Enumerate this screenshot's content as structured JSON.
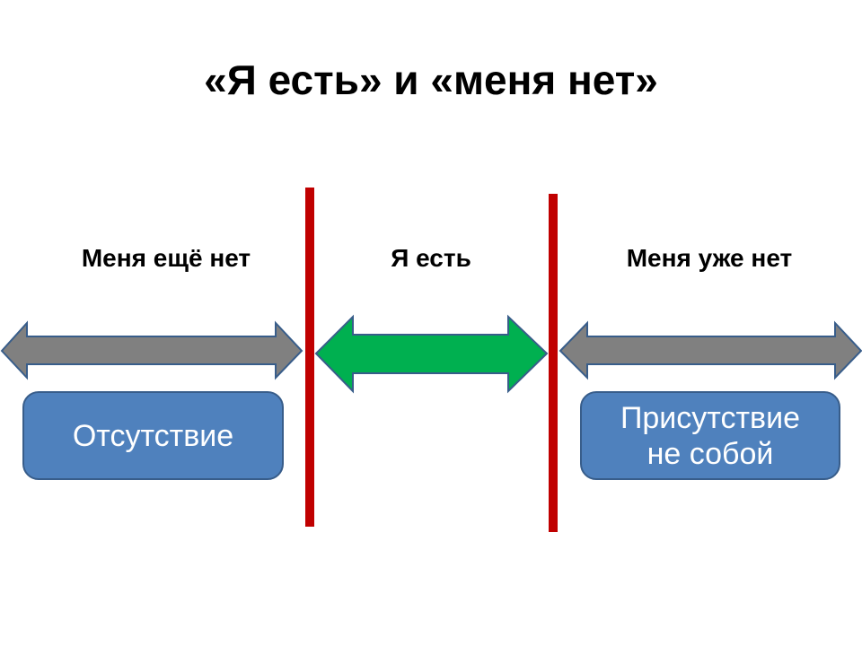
{
  "title": "«Я есть» и «меня нет»",
  "sections": [
    {
      "label": "Меня ещё нет",
      "arrow_color": "#808080"
    },
    {
      "label": "Я есть",
      "arrow_color": "#00b050"
    },
    {
      "label": "Меня уже нет",
      "arrow_color": "#808080"
    }
  ],
  "boxes": [
    {
      "text": "Отсутствие"
    },
    {
      "line1": "Присутствие",
      "line2": "не собой"
    }
  ],
  "colors": {
    "divider": "#c00000",
    "box_fill": "#4f81bd",
    "arrow_outline": "#385d8a"
  }
}
